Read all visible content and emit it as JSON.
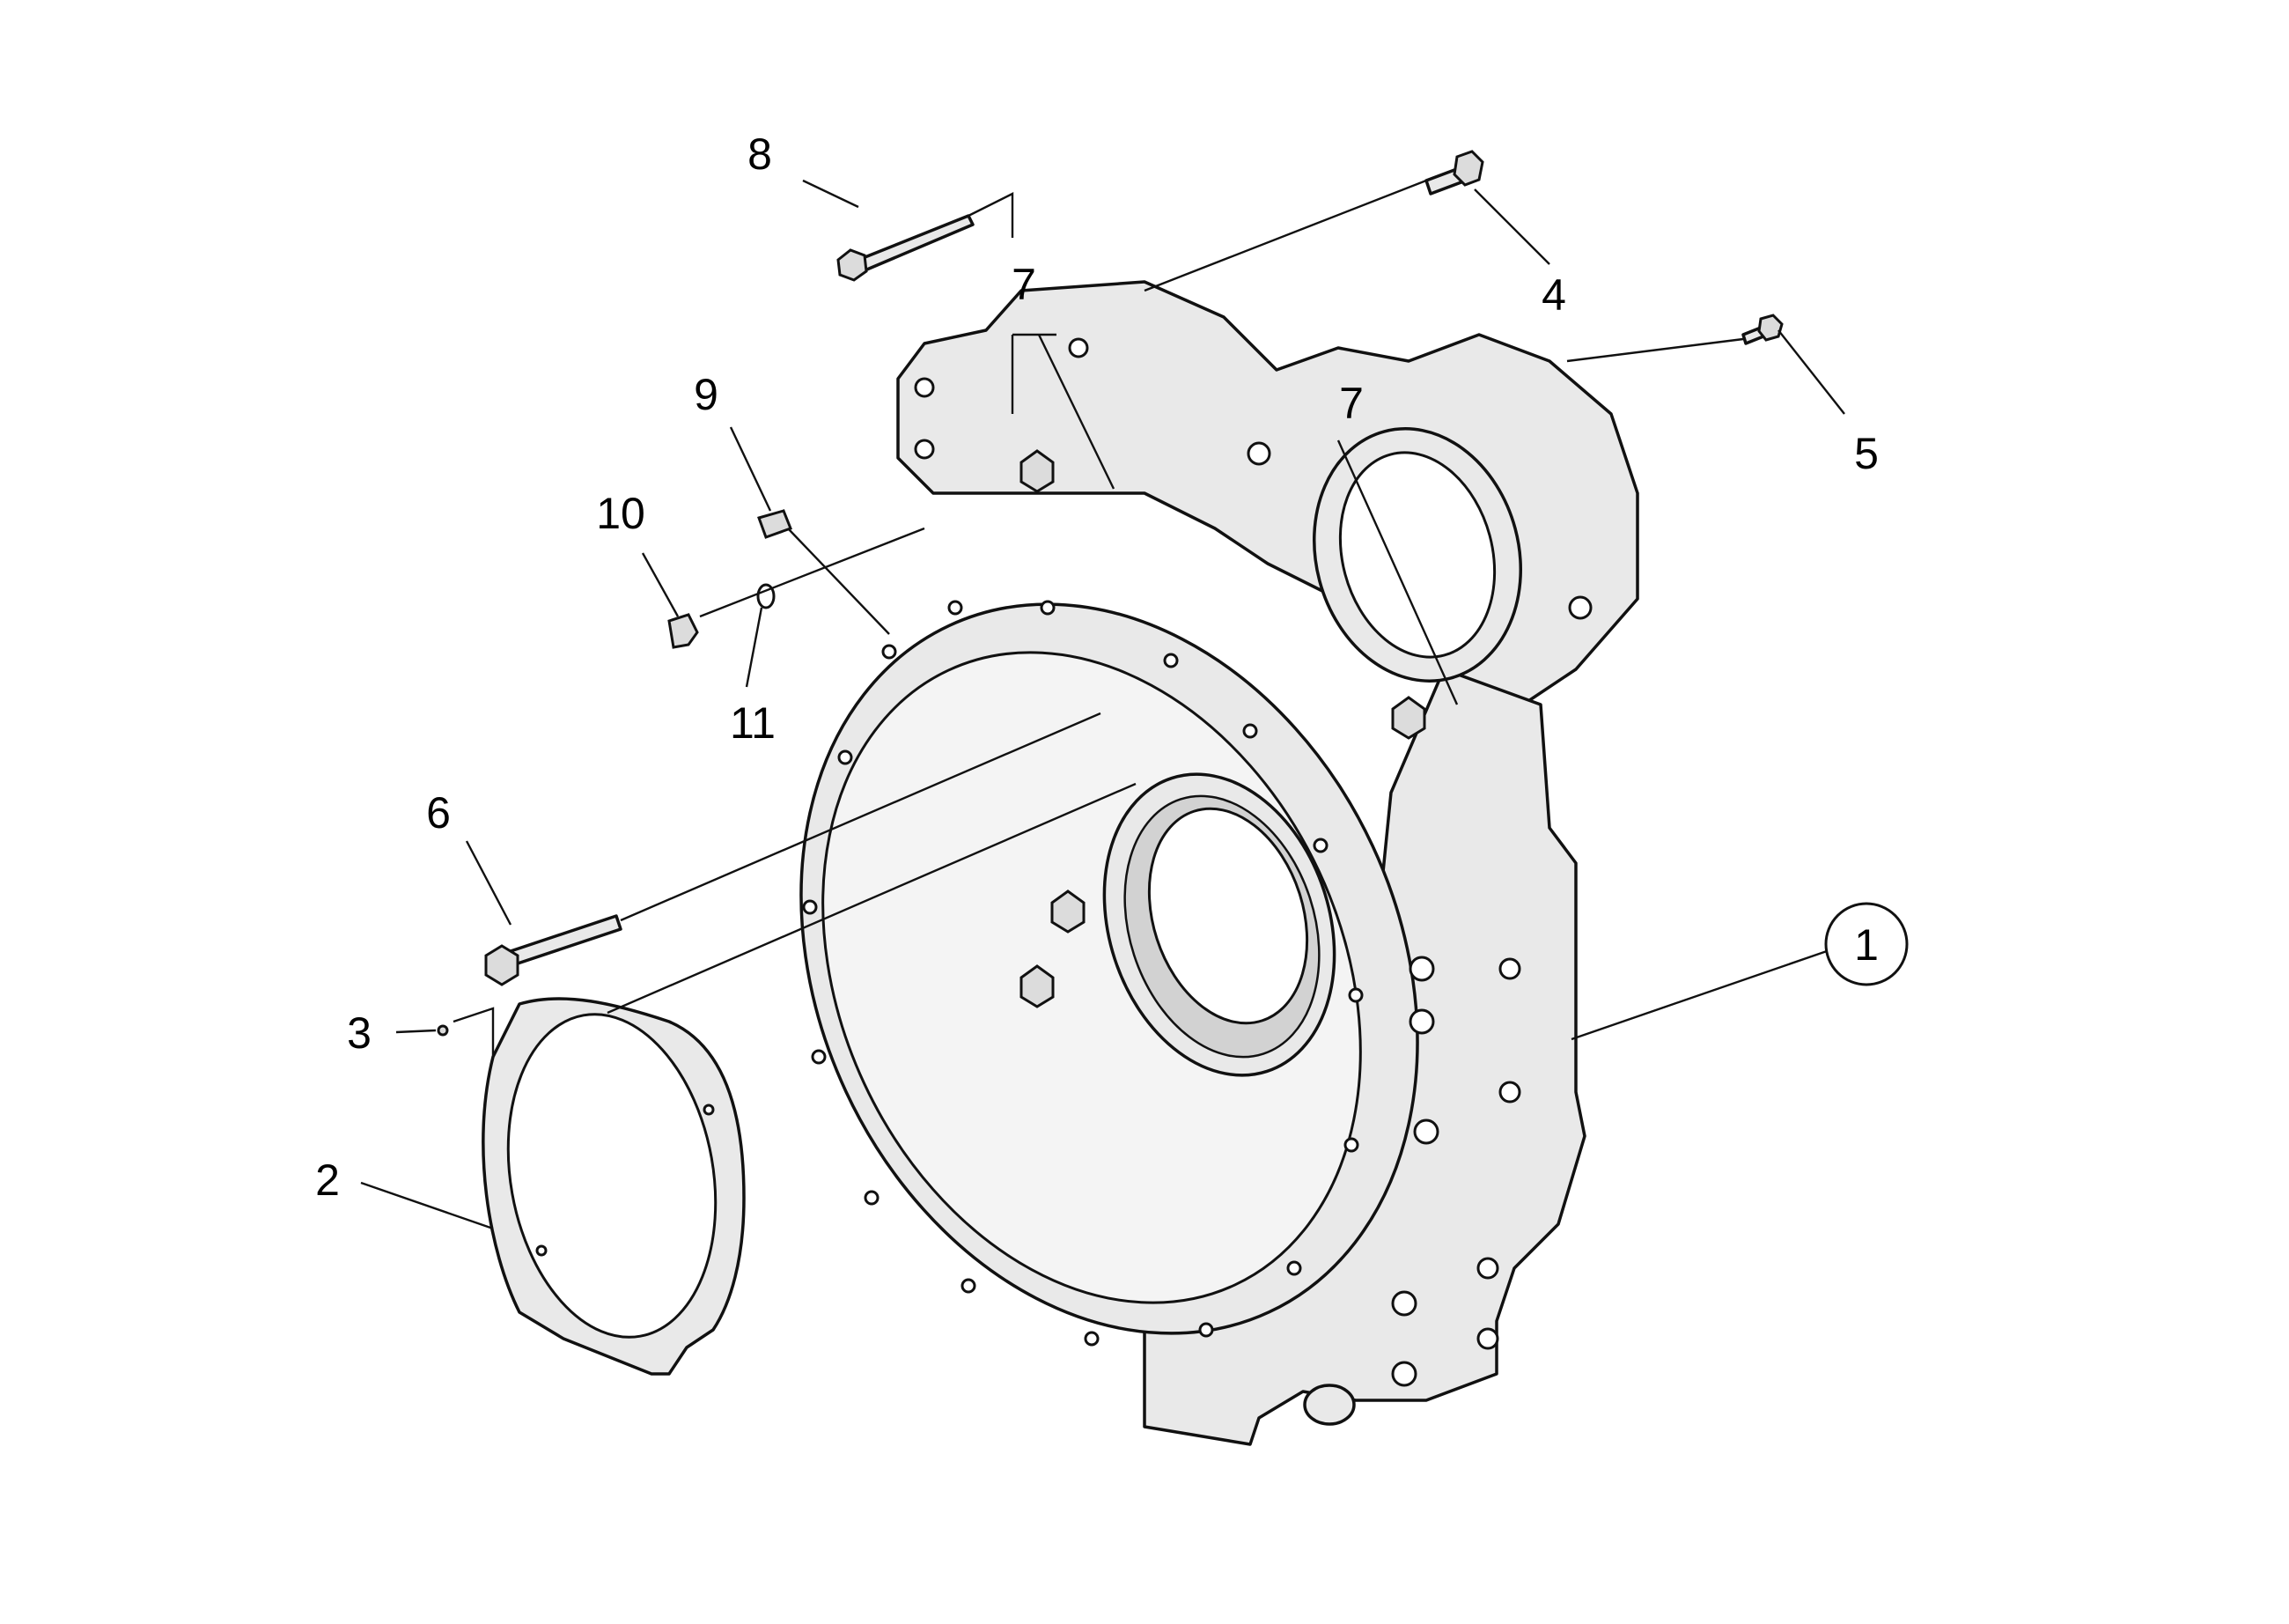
{
  "callouts": [
    {
      "id": "1",
      "text": "1",
      "circled": true
    },
    {
      "id": "2",
      "text": "2"
    },
    {
      "id": "3",
      "text": "3"
    },
    {
      "id": "4",
      "text": "4"
    },
    {
      "id": "5",
      "text": "5"
    },
    {
      "id": "6",
      "text": "6"
    },
    {
      "id": "7a",
      "text": "7"
    },
    {
      "id": "7b",
      "text": "7"
    },
    {
      "id": "8",
      "text": "8"
    },
    {
      "id": "9",
      "text": "9"
    },
    {
      "id": "10",
      "text": "10"
    },
    {
      "id": "11",
      "text": "11"
    }
  ],
  "colors": {
    "line": "#111111",
    "part_fill": "#e9e9e9",
    "background": "#ffffff"
  }
}
